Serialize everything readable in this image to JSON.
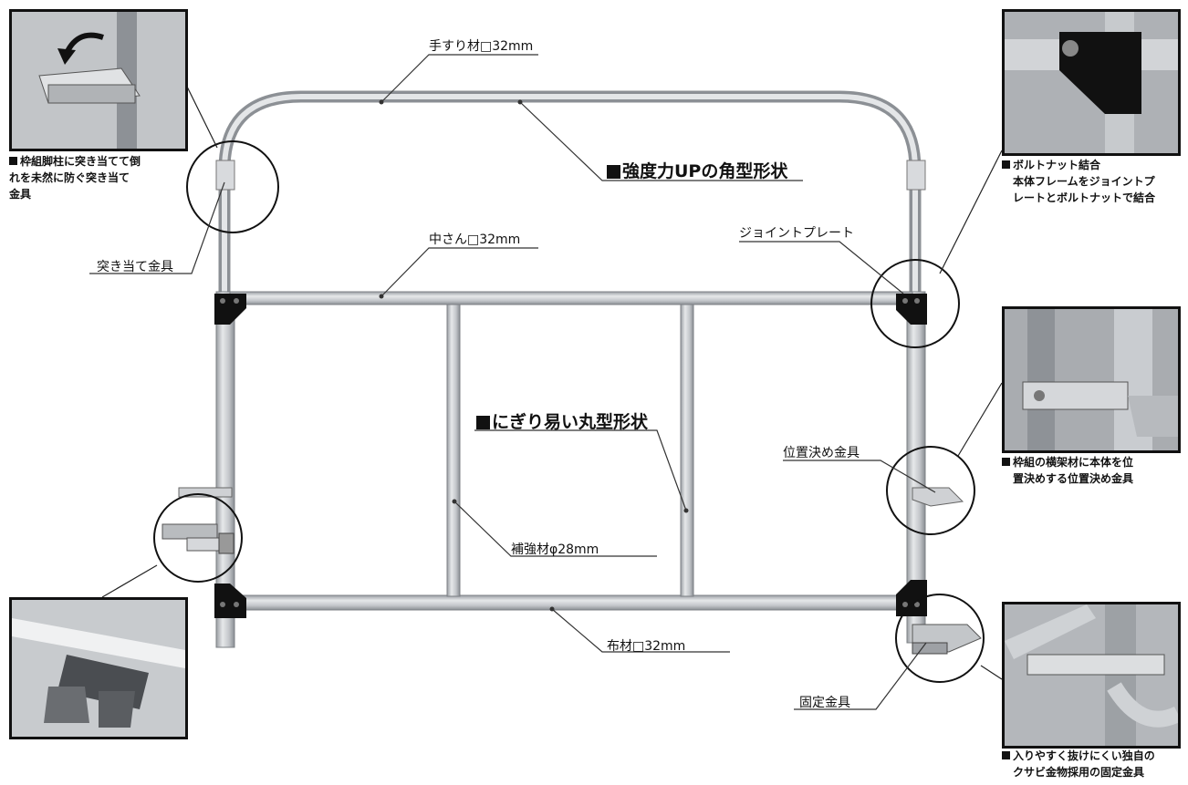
{
  "labels": {
    "handrail": "手すり材□32mm",
    "feature_square": "強度力UPの角型形状",
    "middle_rail": "中さん□32mm",
    "joint_plate": "ジョイントプレート",
    "stopper": "突き当て金具",
    "feature_round": "にぎり易い丸型形状",
    "reinforce": "補強材φ28mm",
    "position_fitting": "位置決め金具",
    "bottom_rail": "布材□32mm",
    "fixing": "固定金具"
  },
  "captions": {
    "stopper": [
      "枠組脚柱に突き当てて倒",
      "れを未然に防ぐ突き当て",
      "金具"
    ],
    "bolt": [
      "ボルトナット結合",
      "本体フレームをジョイントプ",
      "レートとボルトナットで結合"
    ],
    "position": [
      "枠組の横架材に本体を位",
      "置決めする位置決め金具"
    ],
    "fixing": [
      "入りやすく抜けにくい独自の",
      "クサビ金物採用の固定金具"
    ]
  },
  "colors": {
    "frame": "#c9ccd0",
    "frame_edge": "#8e9297",
    "plate": "#111111",
    "line": "#333333"
  }
}
